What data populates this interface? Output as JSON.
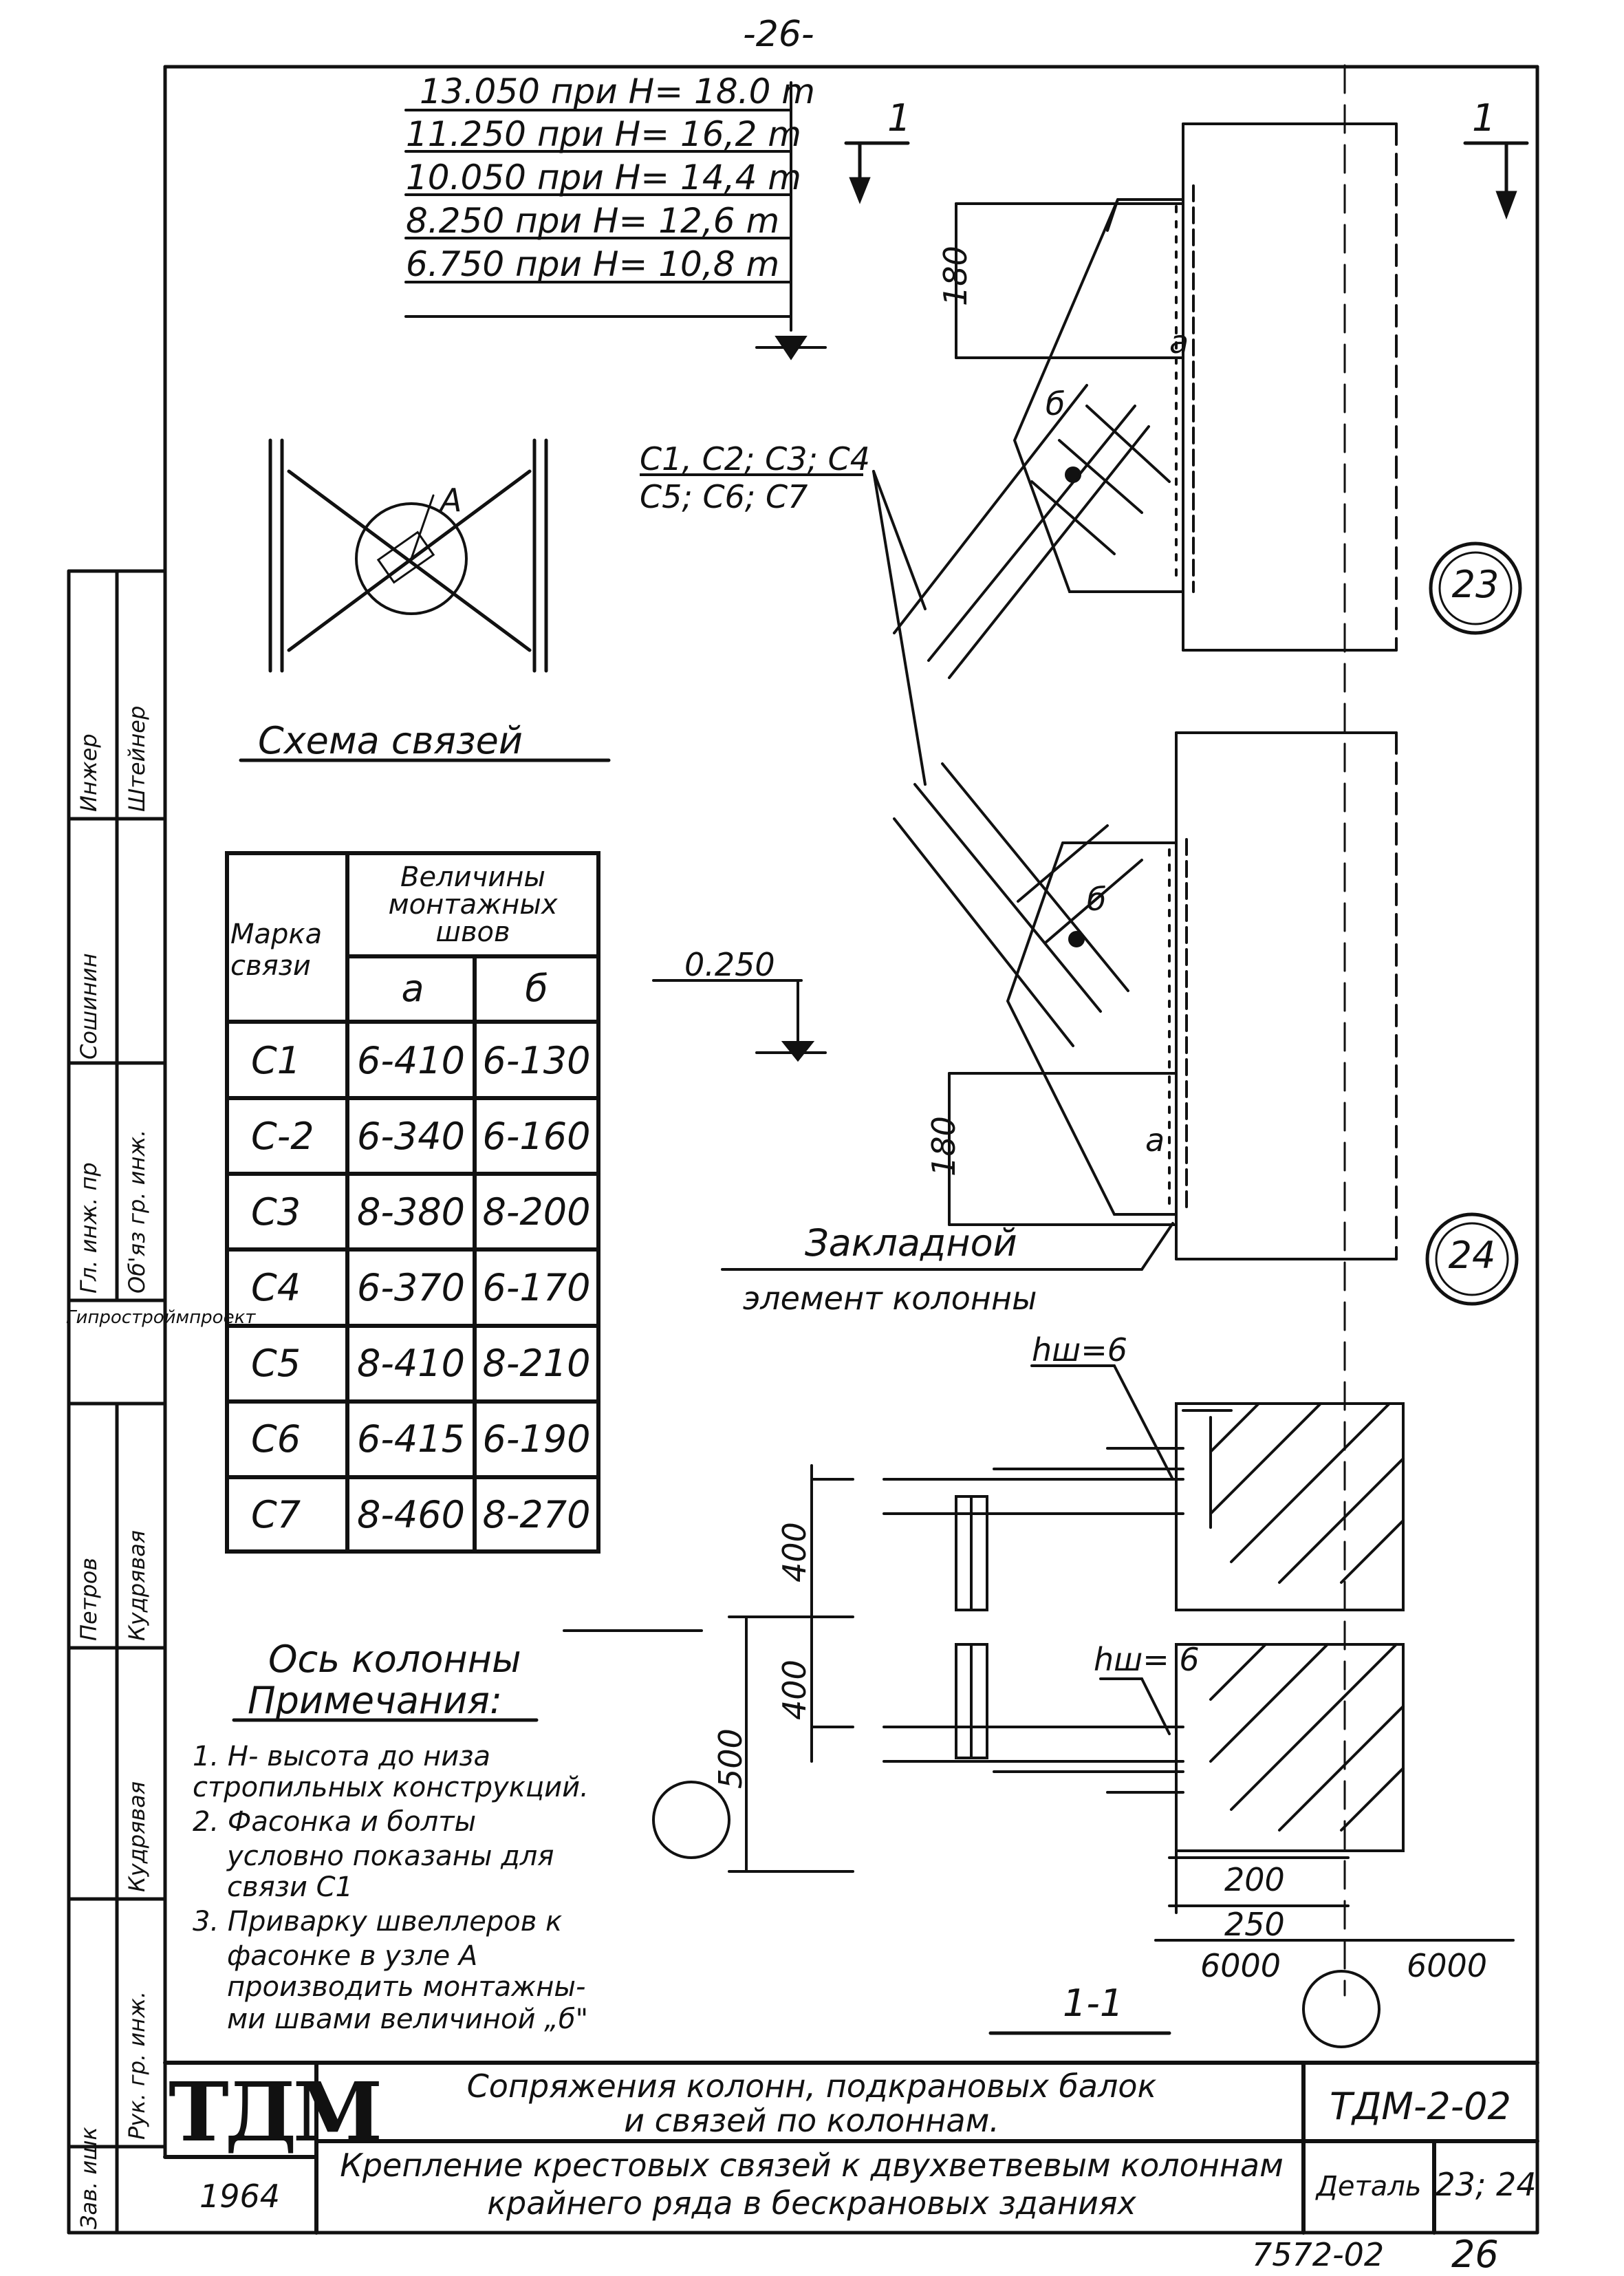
{
  "page": {
    "number": "-26-",
    "stamp_code": "7572-02",
    "stamp_page": "26"
  },
  "elevations": [
    "13.050 при Н= 18.0 m",
    "11.250 при Н= 16,2 m",
    "10.050 при Н= 14,4 m",
    "8.250 при Н= 12,6 m",
    "6.750 при Н= 10,8 m"
  ],
  "section_marks": {
    "left": "1",
    "right": "1",
    "bottom_label": "1-1"
  },
  "node_circles": {
    "upper": "23",
    "lower": "24"
  },
  "node_label_A": "A",
  "bracing_marks": {
    "line1": "C1, C2; C3; C4",
    "line2": "C5; C6; C7"
  },
  "weld_labels": {
    "a1": "a",
    "b1": "б",
    "a2": "a",
    "b2": "б"
  },
  "dims": {
    "d180_top": "180",
    "d180_bottom": "180",
    "level_0250": "0.250",
    "d400_upper": "400",
    "d400_lower": "400",
    "d500": "500",
    "d200": "200",
    "d250": "250",
    "d6000_left": "6000",
    "d6000_right": "6000",
    "hw_upper": "hш=6",
    "hw_lower": "hш= 6"
  },
  "scheme_title": "Схема связей",
  "embedded_label": {
    "line1": "Закладной",
    "line2": "элемент колонны"
  },
  "column_axis": "Ось колонны",
  "weld_table": {
    "col_mark": "Марка связи",
    "col_values": "Величины монтажных швов",
    "sub_a": "a",
    "sub_b": "б",
    "rows": [
      {
        "mark": "C1",
        "a": "6-410",
        "b": "6-130"
      },
      {
        "mark": "C-2",
        "a": "6-340",
        "b": "6-160"
      },
      {
        "mark": "C3",
        "a": "8-380",
        "b": "8-200"
      },
      {
        "mark": "C4",
        "a": "6-370",
        "b": "6-170"
      },
      {
        "mark": "C5",
        "a": "8-410",
        "b": "8-210"
      },
      {
        "mark": "C6",
        "a": "6-415",
        "b": "6-190"
      },
      {
        "mark": "C7",
        "a": "8-460",
        "b": "8-270"
      }
    ]
  },
  "notes": {
    "title": "Примечания:",
    "items": [
      "1. Н- высота до низа",
      "стропильных конструкций.",
      "2. Фасонка и болты",
      "условно показаны для",
      "связи C1",
      "3. Приварку швеллеров к",
      "фасонке в узле A",
      "производить монтажны-",
      "ми швами величиной „б\""
    ]
  },
  "side_stamp": {
    "cells": [
      "Инжер",
      "Штейнер",
      "Сошинин",
      "Гл. инж. пр",
      "Об'яз гр. инж.",
      "Гипростроймпроект",
      "Петров",
      "Кудрявая",
      "Кудрявая",
      "Рук. гр. инж.",
      "Зав. ишк"
    ]
  },
  "title_block": {
    "logo": "ТДМ",
    "year": "1964",
    "title_line1": "Сопряжения колонн, подкрановых балок",
    "title_line2": "и связей по колоннам.",
    "subtitle_line1": "Крепление крестовых связей к двухветвевым колоннам",
    "subtitle_line2": "крайнего ряда в бескрановых зданиях",
    "series": "ТДМ-2-02",
    "detail_label": "Деталь",
    "detail_value": "23; 24"
  }
}
